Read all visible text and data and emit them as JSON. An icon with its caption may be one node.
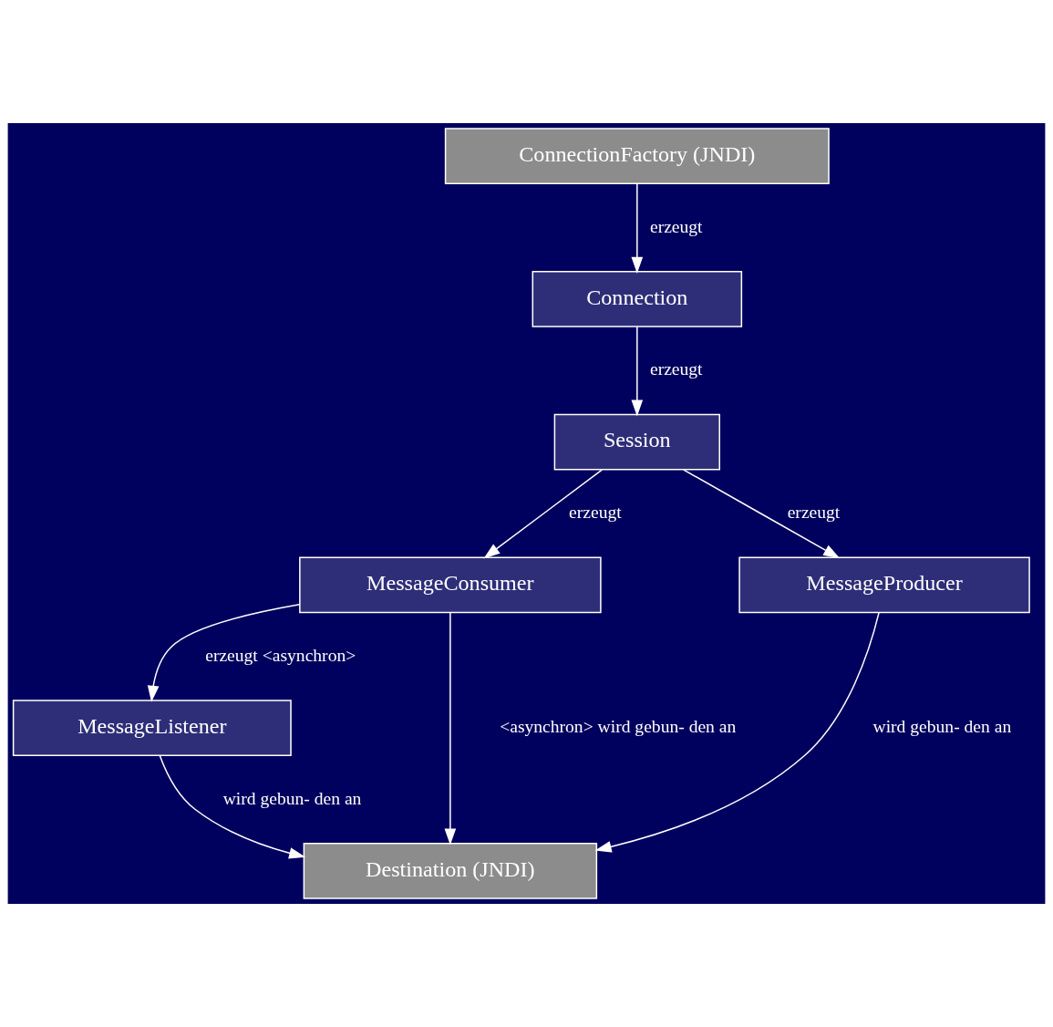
{
  "diagram": {
    "nodes": [
      {
        "text": [
          "ConnectionFactory (JNDI)"
        ]
      },
      {
        "text": [
          "Connection"
        ]
      },
      {
        "text": [
          "Session"
        ]
      },
      {
        "text": [
          "MessageConsumer"
        ]
      },
      {
        "text": [
          "MessageProducer"
        ]
      },
      {
        "text": [
          "MessageListener"
        ]
      },
      {
        "text": [
          "Destination (JNDI)"
        ]
      }
    ],
    "edges": [
      {
        "from": 0,
        "to": 1,
        "arrow": "to",
        "label": "erzeugt"
      },
      {
        "from": 1,
        "to": 2,
        "arrow": "to",
        "label": "erzeugt"
      },
      {
        "from": 2,
        "to": 3,
        "arrow": "to",
        "label": "erzeugt"
      },
      {
        "from": 2,
        "to": 4,
        "arrow": "to",
        "label": "erzeugt"
      },
      {
        "from": 3,
        "to": 5,
        "arrow": "to",
        "label": "erzeugt <asynchron>"
      },
      {
        "from": 3,
        "to": 6,
        "arrow": "to",
        "label": "<asynchron> wird gebun- den an"
      },
      {
        "from": 4,
        "to": 6,
        "arrow": "to",
        "label": "wird gebun- den an"
      },
      {
        "from": 5,
        "to": 6,
        "arrow": "to",
        "label": "wird gebun- den an"
      }
    ]
  }
}
